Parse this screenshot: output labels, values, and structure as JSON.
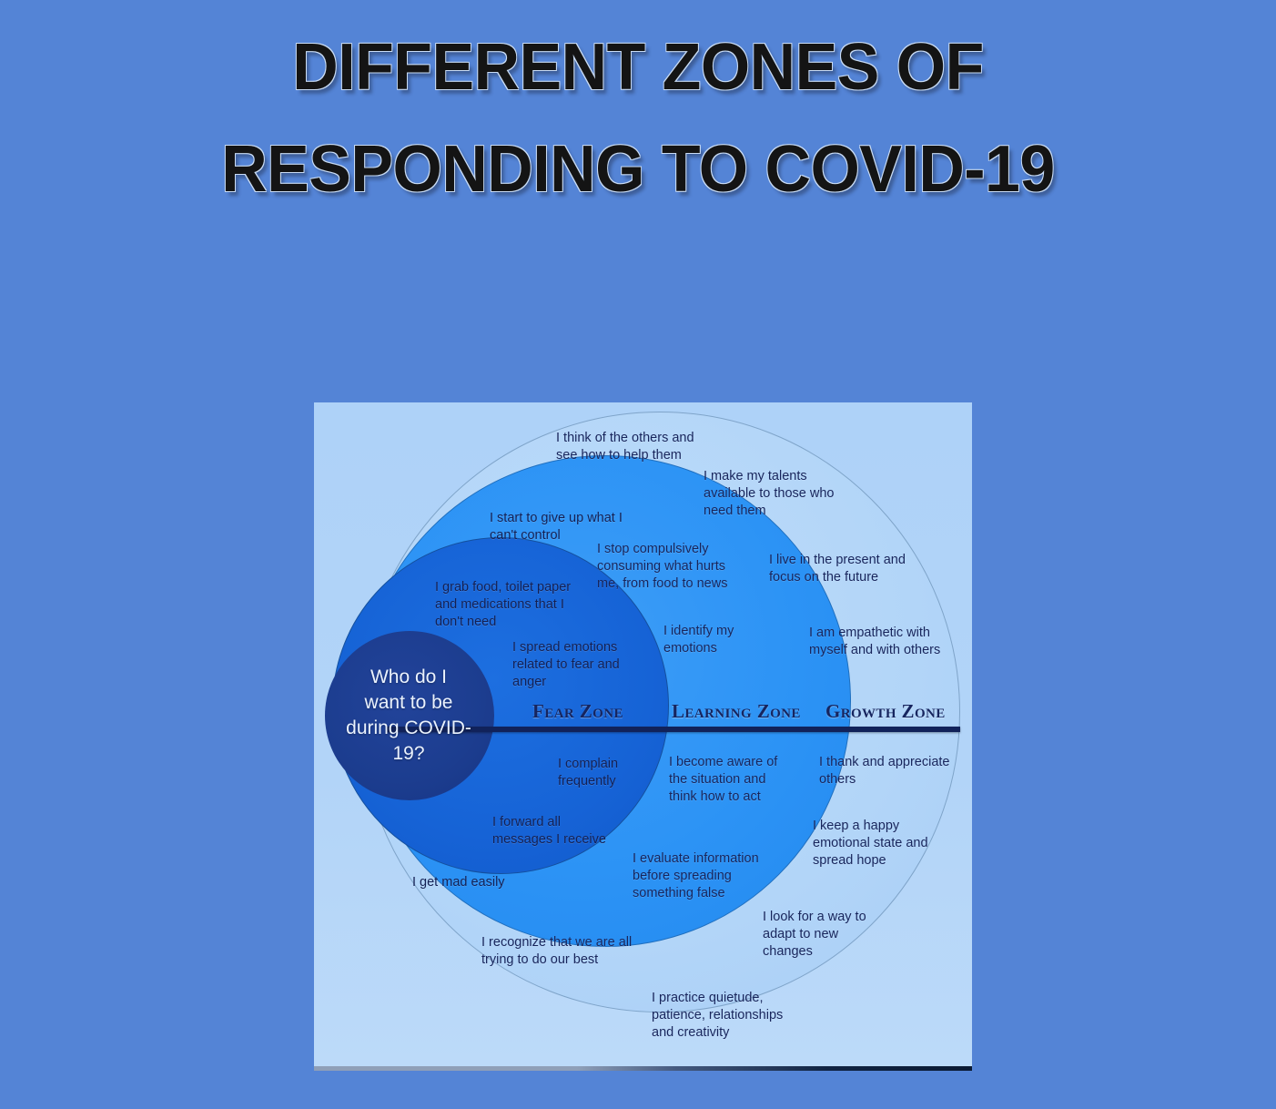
{
  "title": "DIFFERENT ZONES OF\nRESPONDING TO COVID-19",
  "colors": {
    "background": "#5484d6",
    "panel": "#aed2f8",
    "growth_zone": "#b2d5f8",
    "learning_zone": "#2c93f5",
    "fear_zone": "#1663d6",
    "core": "#1c3d8f",
    "divider": "#11225a",
    "text_dark": "#17255c",
    "title_text": "#141414"
  },
  "diagram": {
    "core_question": "Who do I\nwant to be\nduring COVID-\n19?",
    "zone_labels": {
      "fear": "Fear Zone",
      "learning": "Learning Zone",
      "growth": "Growth Zone"
    },
    "fear_statements": [
      "I start to give up what I\ncan't control",
      "I grab food, toilet paper\nand medications that I\ndon't need",
      "I spread emotions\nrelated to fear and\nanger",
      "I complain\nfrequently",
      "I forward all\nmessages I receive",
      "I get mad easily"
    ],
    "learning_statements": [
      "I stop compulsively\nconsuming what hurts\nme, from food to news",
      "I identify my\nemotions",
      "I become aware of\nthe situation and\nthink how to act",
      "I evaluate information\nbefore spreading\nsomething false",
      "I recognize that we are all\ntrying to do our best"
    ],
    "growth_statements": [
      "I think of the others and\nsee how to help them",
      "I make my talents\navailable to those who\nneed them",
      "I live in the present and\nfocus on the future",
      "I am empathetic with\nmyself and with others",
      "I thank and appreciate\nothers",
      "I keep a happy\nemotional state and\nspread hope",
      "I look for a way to\nadapt to new\nchanges",
      "I practice quietude,\npatience, relationships\nand creativity"
    ]
  }
}
